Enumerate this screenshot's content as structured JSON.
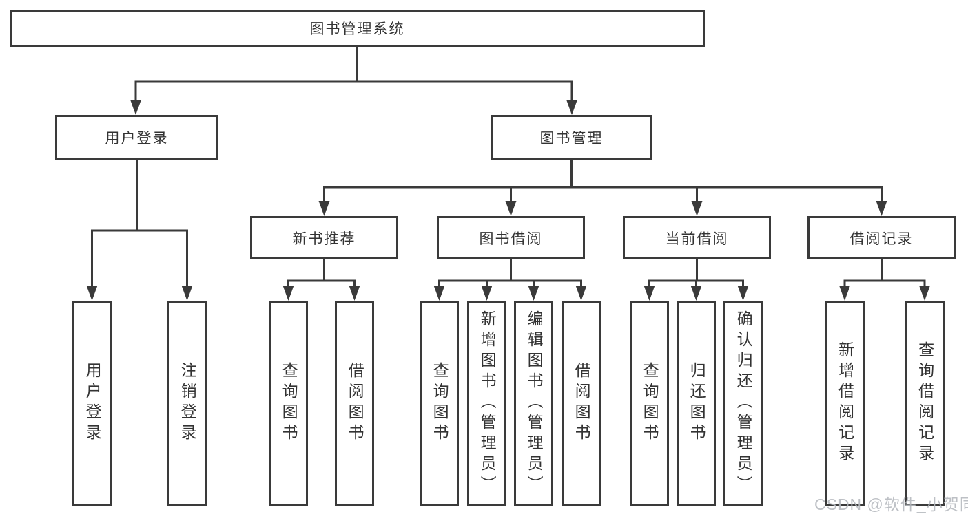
{
  "tree": {
    "root": {
      "label": "图书管理系统",
      "children": [
        {
          "label": "用户登录",
          "children": [
            {
              "label": "用户登录"
            },
            {
              "label": "注销登录"
            }
          ]
        },
        {
          "label": "图书管理",
          "children": [
            {
              "label": "新书推荐",
              "children": [
                {
                  "label": "查询图书"
                },
                {
                  "label": "借阅图书"
                }
              ]
            },
            {
              "label": "图书借阅",
              "children": [
                {
                  "label": "查询图书"
                },
                {
                  "label": "新增图书（管理员）"
                },
                {
                  "label": "编辑图书（管理员）"
                },
                {
                  "label": "借阅图书"
                }
              ]
            },
            {
              "label": "当前借阅",
              "children": [
                {
                  "label": "查询图书"
                },
                {
                  "label": "归还图书"
                },
                {
                  "label": "确认归还（管理员）"
                }
              ]
            },
            {
              "label": "借阅记录",
              "children": [
                {
                  "label": "新增借阅记录"
                },
                {
                  "label": "查询借阅记录"
                }
              ]
            }
          ]
        }
      ]
    }
  },
  "watermark": "CSDN @软件_小贺同学",
  "colors": {
    "line": "#3a3a3a",
    "text": "#333333",
    "watermark": "#b6babf",
    "background": "#ffffff"
  }
}
